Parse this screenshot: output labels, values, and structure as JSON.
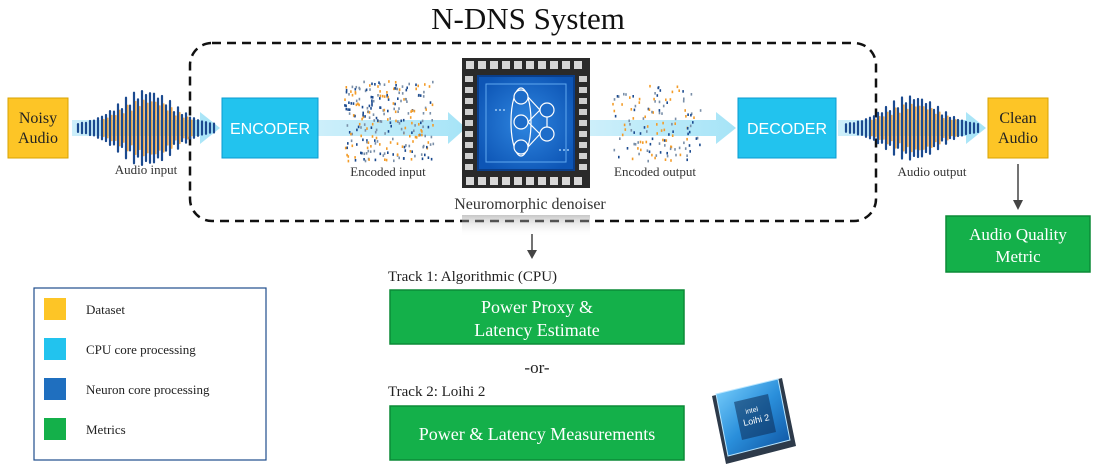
{
  "title": "N-DNS System",
  "nodes": {
    "noisy_audio": [
      "Noisy",
      "Audio"
    ],
    "encoder": "ENCODER",
    "decoder": "DECODER",
    "clean_audio": [
      "Clean",
      "Audio"
    ],
    "audio_quality": [
      "Audio Quality",
      "Metric"
    ],
    "power_proxy": [
      "Power Proxy &",
      "Latency Estimate"
    ],
    "power_latency": "Power & Latency Measurements"
  },
  "captions": {
    "audio_input": "Audio input",
    "encoded_input": "Encoded input",
    "encoded_output": "Encoded output",
    "audio_output": "Audio output",
    "denoiser": "Neuromorphic denoiser",
    "track1": "Track 1: Algorithmic (CPU)",
    "or": "-or-",
    "track2": "Track 2: Loihi 2"
  },
  "chip_label": [
    "intel",
    "Loihi 2"
  ],
  "legend": [
    {
      "label": "Dataset",
      "color": "#fdc526"
    },
    {
      "label": "CPU core processing",
      "color": "#22c3ee"
    },
    {
      "label": "Neuron core processing",
      "color": "#1f6fbf"
    },
    {
      "label": "Metrics",
      "color": "#14b04a"
    }
  ]
}
